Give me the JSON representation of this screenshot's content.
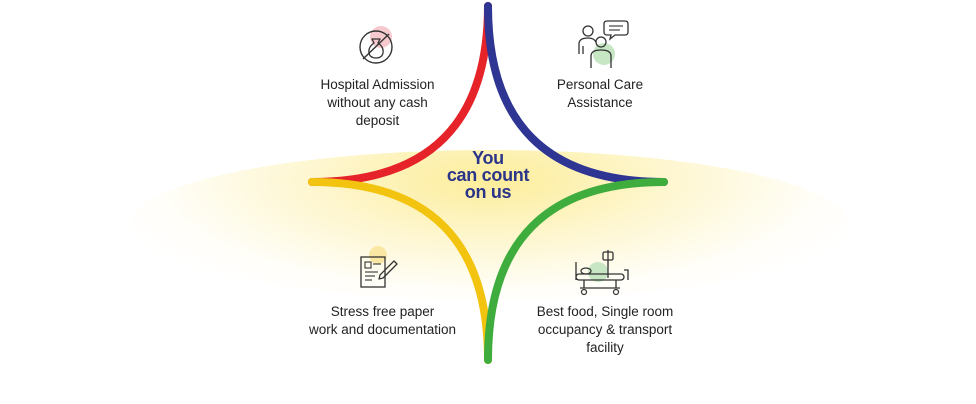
{
  "center": {
    "line1": "You",
    "line2": "can count",
    "line3": "on us"
  },
  "colors": {
    "red": "#e52329",
    "navy": "#2e3592",
    "yellow": "#f2c40f",
    "green": "#3fad3d",
    "accent_text": "#2a3489"
  },
  "features": {
    "admission": {
      "icon": "no-cash-icon",
      "lines": [
        "Hospital Admission",
        "without any cash",
        "deposit"
      ]
    },
    "care": {
      "icon": "personal-care-icon",
      "lines": [
        "Personal Care",
        "Assistance"
      ]
    },
    "paper": {
      "icon": "paperwork-icon",
      "lines": [
        "Stress free paper",
        "work and documentation"
      ]
    },
    "food": {
      "icon": "hospital-bed-icon",
      "lines": [
        "Best food, Single room",
        "occupancy & transport",
        "facility"
      ]
    }
  }
}
